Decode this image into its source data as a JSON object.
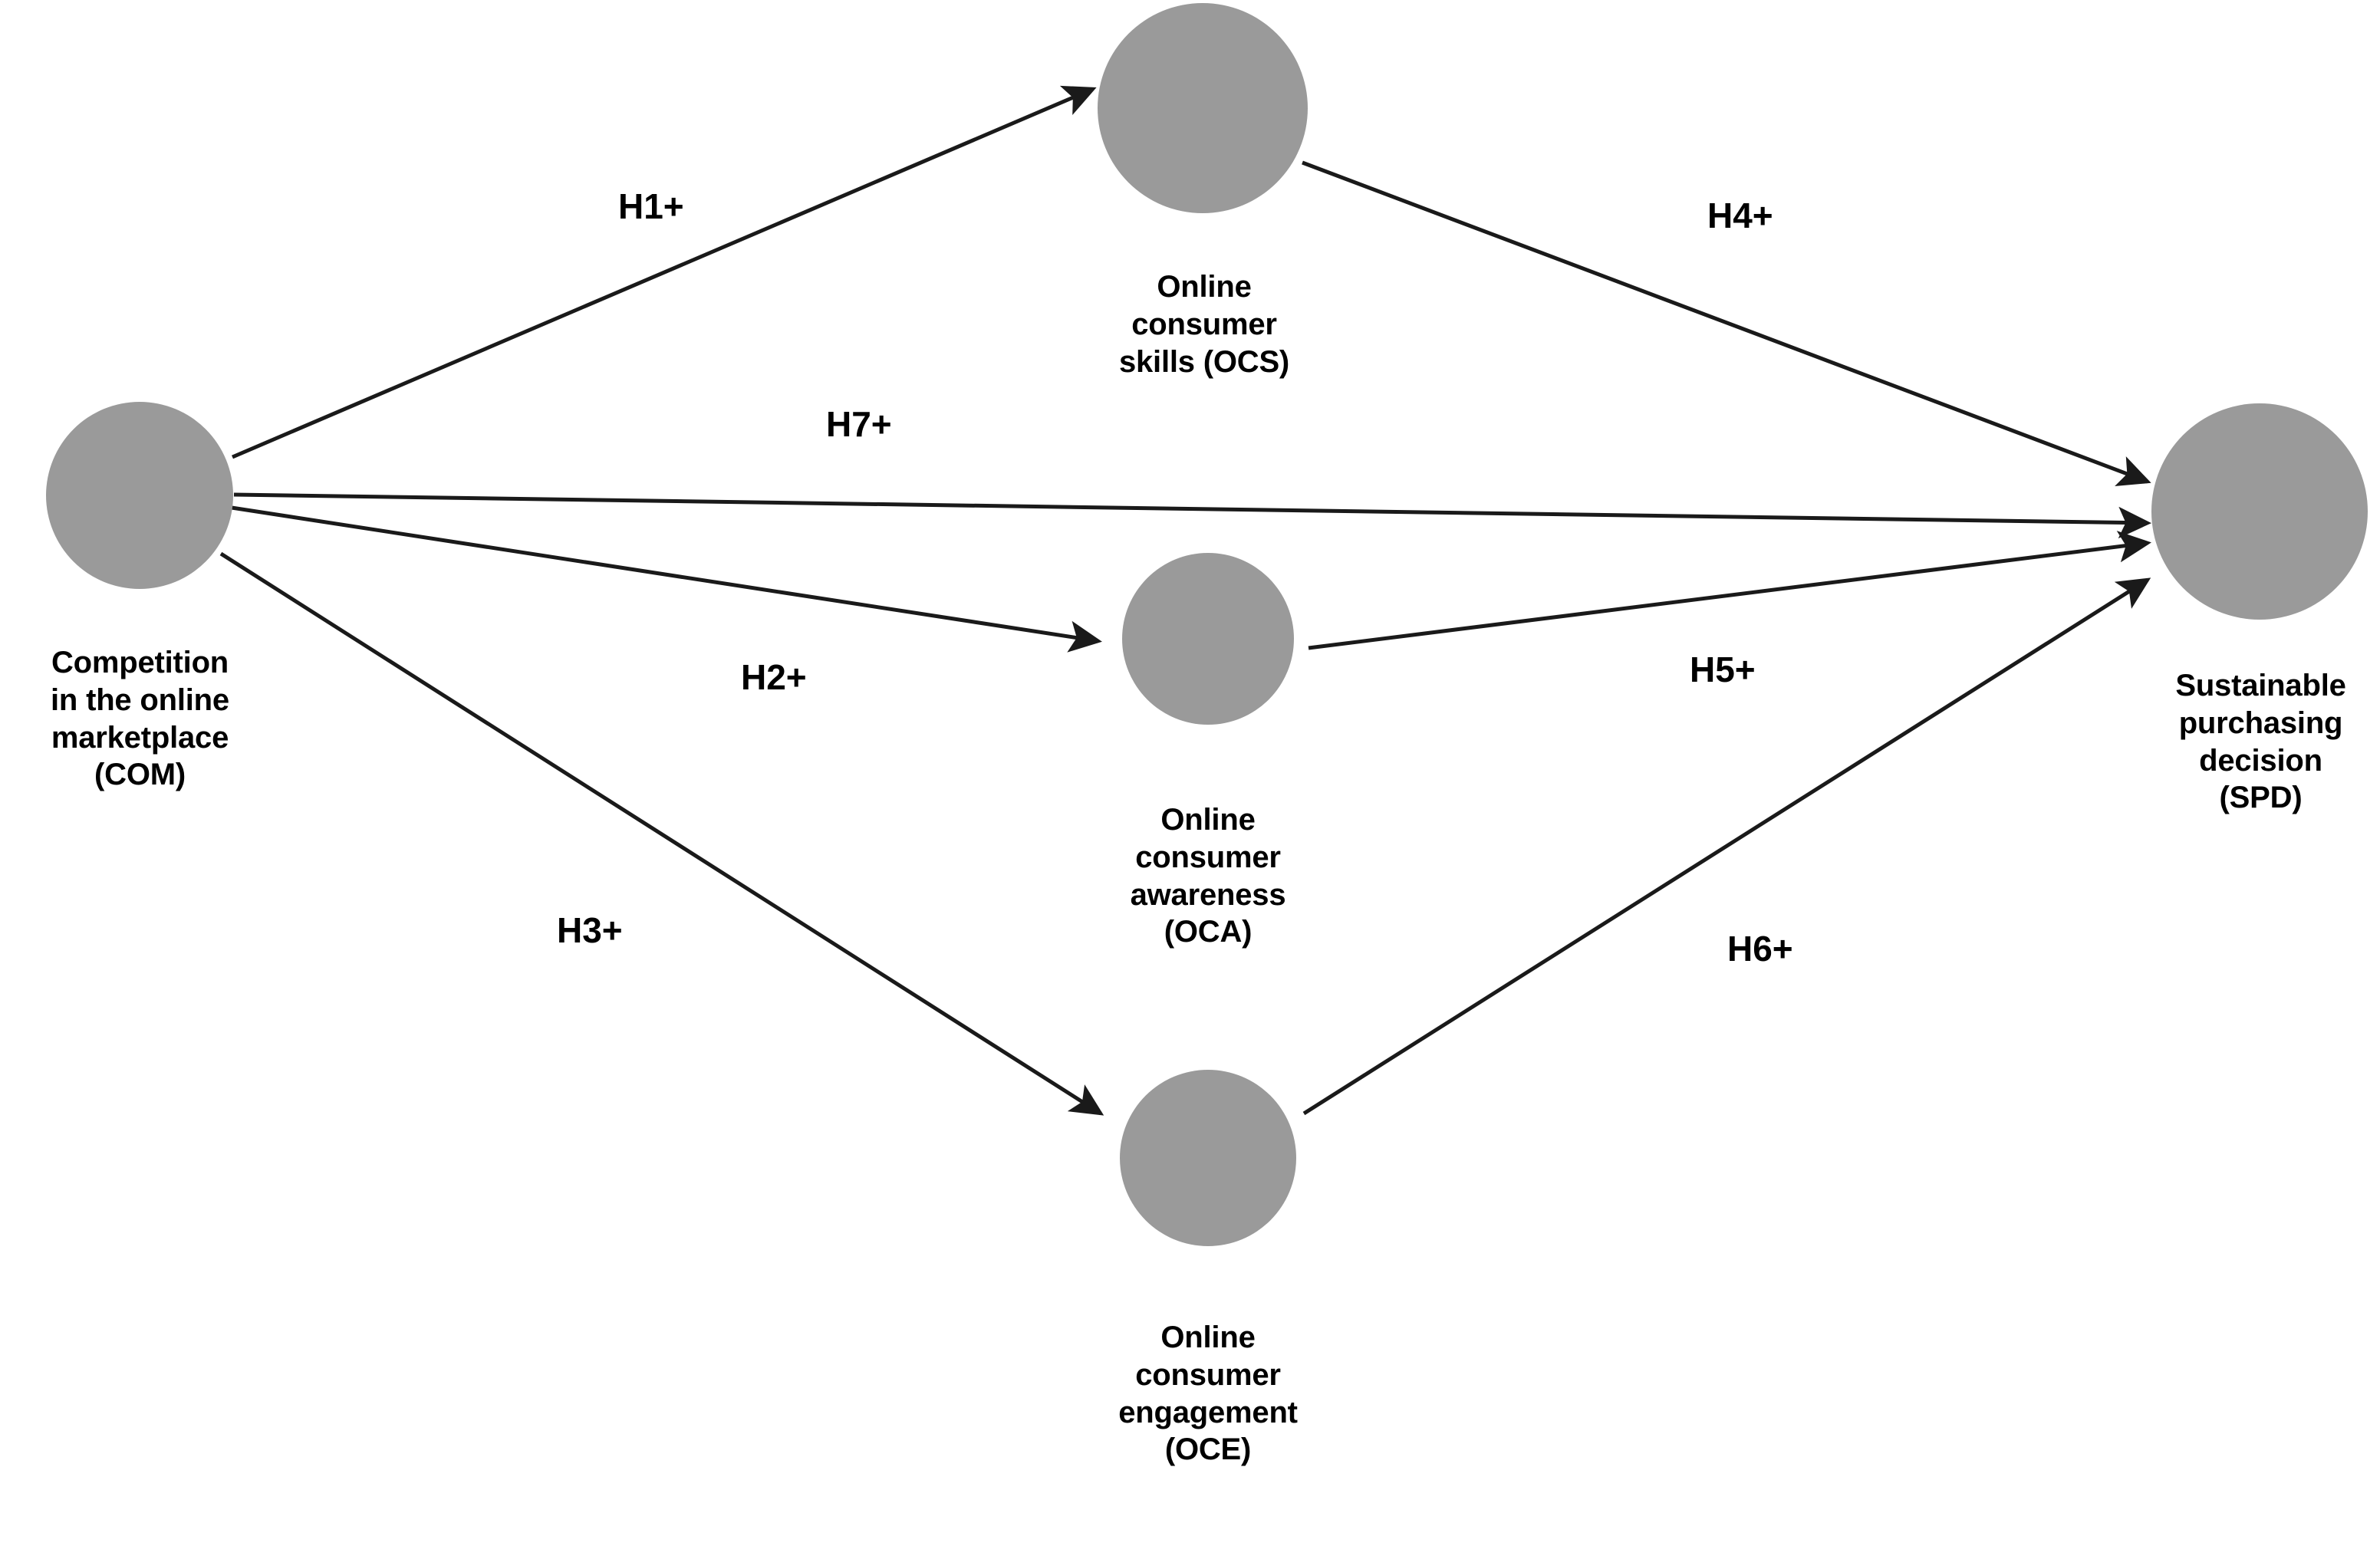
{
  "diagram": {
    "type": "conceptual-research-model",
    "background_color": "#ffffff",
    "node_fill_color": "#9a9a9a",
    "line_color": "#1a1a1a",
    "text_color": "#000000",
    "nodes": [
      {
        "id": "COM",
        "code": "(COM)",
        "label_lines": [
          "Competition",
          "in the online",
          "marketplace",
          "(COM)"
        ],
        "line1": "Competition",
        "line2": "in the online",
        "line3": "marketplace",
        "line4": "(COM)",
        "role": "independent-variable"
      },
      {
        "id": "OCS",
        "code": "(OCS)",
        "label_lines": [
          "Online",
          "consumer",
          "skills (OCS)"
        ],
        "line1": "Online",
        "line2": "consumer",
        "line3": "skills (OCS)",
        "role": "mediator"
      },
      {
        "id": "OCA",
        "code": "(OCA)",
        "label_lines": [
          "Online",
          "consumer",
          "awareness",
          "(OCA)"
        ],
        "line1": "Online",
        "line2": "consumer",
        "line3": "awareness",
        "line4": "(OCA)",
        "role": "mediator"
      },
      {
        "id": "OCE",
        "code": "(OCE)",
        "label_lines": [
          "Online",
          "consumer",
          "engagement",
          "(OCE)"
        ],
        "line1": "Online",
        "line2": "consumer",
        "line3": "engagement",
        "line4": "(OCE)",
        "role": "mediator"
      },
      {
        "id": "SPD",
        "code": "(SPD)",
        "label_lines": [
          "Sustainable",
          "purchasing",
          "decision",
          "(SPD)"
        ],
        "line1": "Sustainable",
        "line2": "purchasing",
        "line3": "decision",
        "line4": "(SPD)",
        "role": "dependent-variable"
      }
    ],
    "hypotheses": [
      {
        "id": "H1",
        "label": "H1+",
        "from": "COM",
        "to": "OCS",
        "sign": "positive"
      },
      {
        "id": "H2",
        "label": "H2+",
        "from": "COM",
        "to": "OCA",
        "sign": "positive"
      },
      {
        "id": "H3",
        "label": "H3+",
        "from": "COM",
        "to": "OCE",
        "sign": "positive"
      },
      {
        "id": "H4",
        "label": "H4+",
        "from": "OCS",
        "to": "SPD",
        "sign": "positive"
      },
      {
        "id": "H5",
        "label": "H5+",
        "from": "OCA",
        "to": "SPD",
        "sign": "positive"
      },
      {
        "id": "H6",
        "label": "H6+",
        "from": "OCE",
        "to": "SPD",
        "sign": "positive"
      },
      {
        "id": "H7",
        "label": "H7+",
        "from": "COM",
        "to": "SPD",
        "sign": "positive"
      }
    ]
  }
}
